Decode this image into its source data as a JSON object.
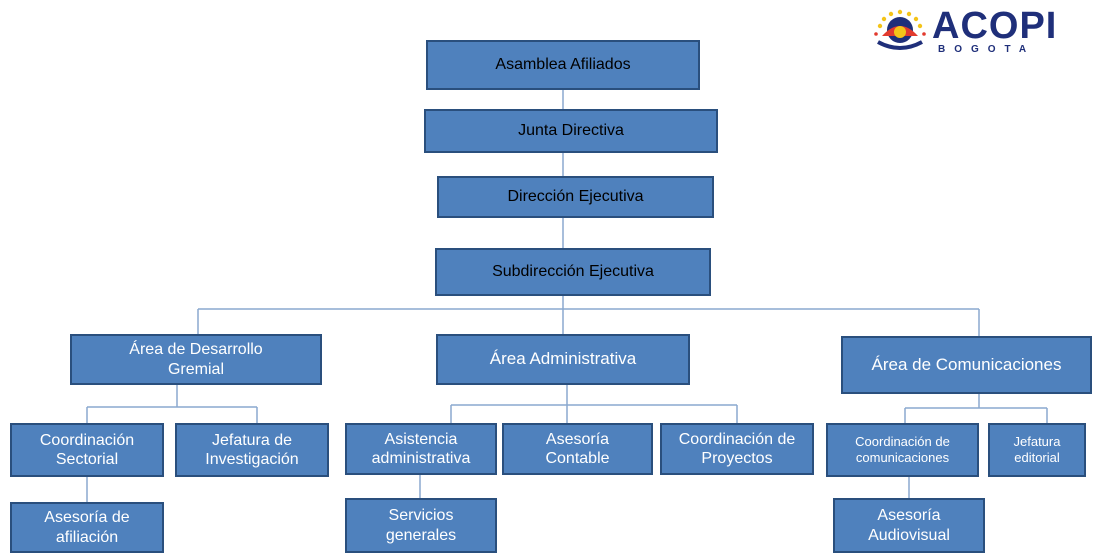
{
  "org_chart": {
    "nodes": {
      "asamblea": "Asamblea Afiliados",
      "junta": "Junta Directiva",
      "direccion": "Dirección Ejecutiva",
      "subdireccion": "Subdirección Ejecutiva",
      "area_gremial": "Área de Desarrollo Gremial",
      "area_administrativa": "Área Administrativa",
      "area_comunicaciones": "Área de Comunicaciones",
      "coord_sectorial": "Coordinación Sectorial",
      "jefatura_investigacion": "Jefatura de Investigación",
      "asistencia_administrativa": "Asistencia administrativa",
      "asesoria_contable": "Asesoría Contable",
      "coord_proyectos": "Coordinación de Proyectos",
      "coord_comunicaciones": "Coordinación de comunicaciones",
      "jefatura_editorial": "Jefatura editorial",
      "asesoria_afiliacion": "Asesoría de afiliación",
      "servicios_generales": "Servicios generales",
      "asesoria_audiovisual": "Asesoría Audiovisual"
    }
  },
  "logo": {
    "name": "ACOPI",
    "city": "BOGOTA"
  },
  "colors": {
    "box_fill": "#4f81bd",
    "box_border": "#2a4f7d",
    "connector": "#8aa9cf",
    "logo_navy": "#1f2f7a"
  }
}
